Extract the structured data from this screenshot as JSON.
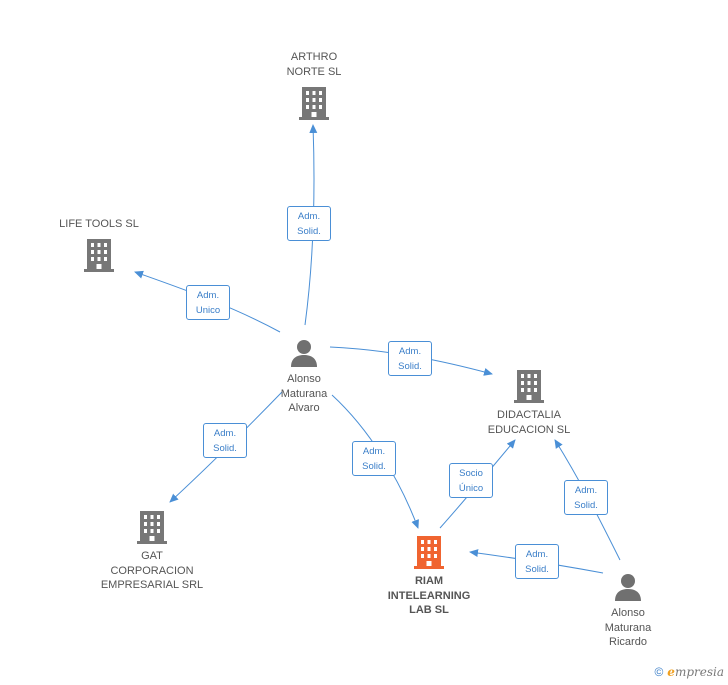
{
  "colors": {
    "edge": "#4a8fd6",
    "company_icon": "#777777",
    "highlight_icon": "#f06430",
    "person_icon": "#707070",
    "text": "#555555"
  },
  "nodes": {
    "arthro": {
      "label": "ARTHRO\nNORTE  SL",
      "icon": "building-icon"
    },
    "lifetools": {
      "label": "LIFE TOOLS SL",
      "icon": "building-icon"
    },
    "alvaro": {
      "label": "Alonso\nMaturana\nAlvaro",
      "icon": "person-icon"
    },
    "didactalia": {
      "label": "DIDACTALIA\nEDUCACION  SL",
      "icon": "building-icon"
    },
    "gat": {
      "label": "GAT\nCORPORACION\nEMPRESARIAL SRL",
      "icon": "building-icon"
    },
    "riam": {
      "label": "RIAM\nINTELEARNING\nLAB SL",
      "icon": "building-icon"
    },
    "ricardo": {
      "label": "Alonso\nMaturana\nRicardo",
      "icon": "person-icon"
    }
  },
  "edges": [
    {
      "id": "alvaro-arthro",
      "label": "Adm.\nSolid."
    },
    {
      "id": "alvaro-lifetools",
      "label": "Adm.\nUnico"
    },
    {
      "id": "alvaro-didactalia",
      "label": "Adm.\nSolid."
    },
    {
      "id": "alvaro-gat",
      "label": "Adm.\nSolid."
    },
    {
      "id": "alvaro-riam",
      "label": "Adm.\nSolid."
    },
    {
      "id": "riam-didactalia",
      "label": "Socio\nÚnico"
    },
    {
      "id": "ricardo-didactalia",
      "label": "Adm.\nSolid."
    },
    {
      "id": "ricardo-riam",
      "label": "Adm.\nSolid."
    }
  ],
  "brand": {
    "copyright": "©",
    "name_initial": "e",
    "name_rest": "mpresia"
  }
}
